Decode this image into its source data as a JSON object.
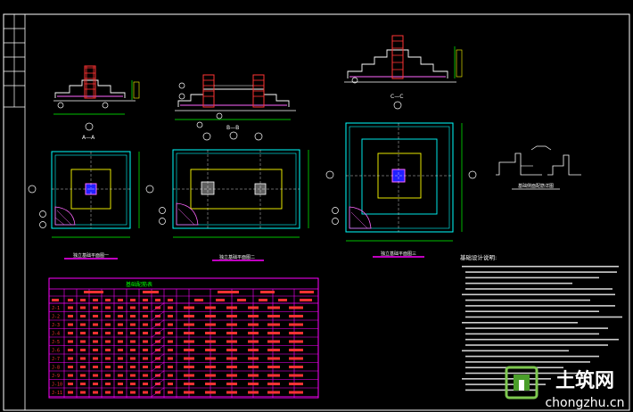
{
  "drawing": {
    "section_labels": {
      "a_a": "A—A",
      "b_b": "B—B",
      "c_c": "C—C"
    },
    "plan_captions": {
      "plan_1": "独立基础平面图一",
      "plan_2": "独立基础平面图二",
      "plan_3": "独立基础平面图三"
    },
    "detail_caption": "基础侧面配筋详图",
    "table_title": "基础配筋表",
    "notes_title": "基础设计说明:",
    "table_row_labels": [
      "J-1",
      "J-2",
      "J-3",
      "J-4",
      "J-5",
      "J-6",
      "J-7",
      "J-8",
      "J-9",
      "J-10",
      "J-11"
    ]
  },
  "watermark": {
    "brand_cn": "土筑网",
    "brand_url": "chongzhu.cn"
  },
  "colors": {
    "background": "#000000",
    "outline": "#00ffff",
    "inner_frame": "#ffff00",
    "column": "#0000ff",
    "table_frame": "#ff00ff",
    "table_text": "#ff0000",
    "white": "#ffffff"
  }
}
